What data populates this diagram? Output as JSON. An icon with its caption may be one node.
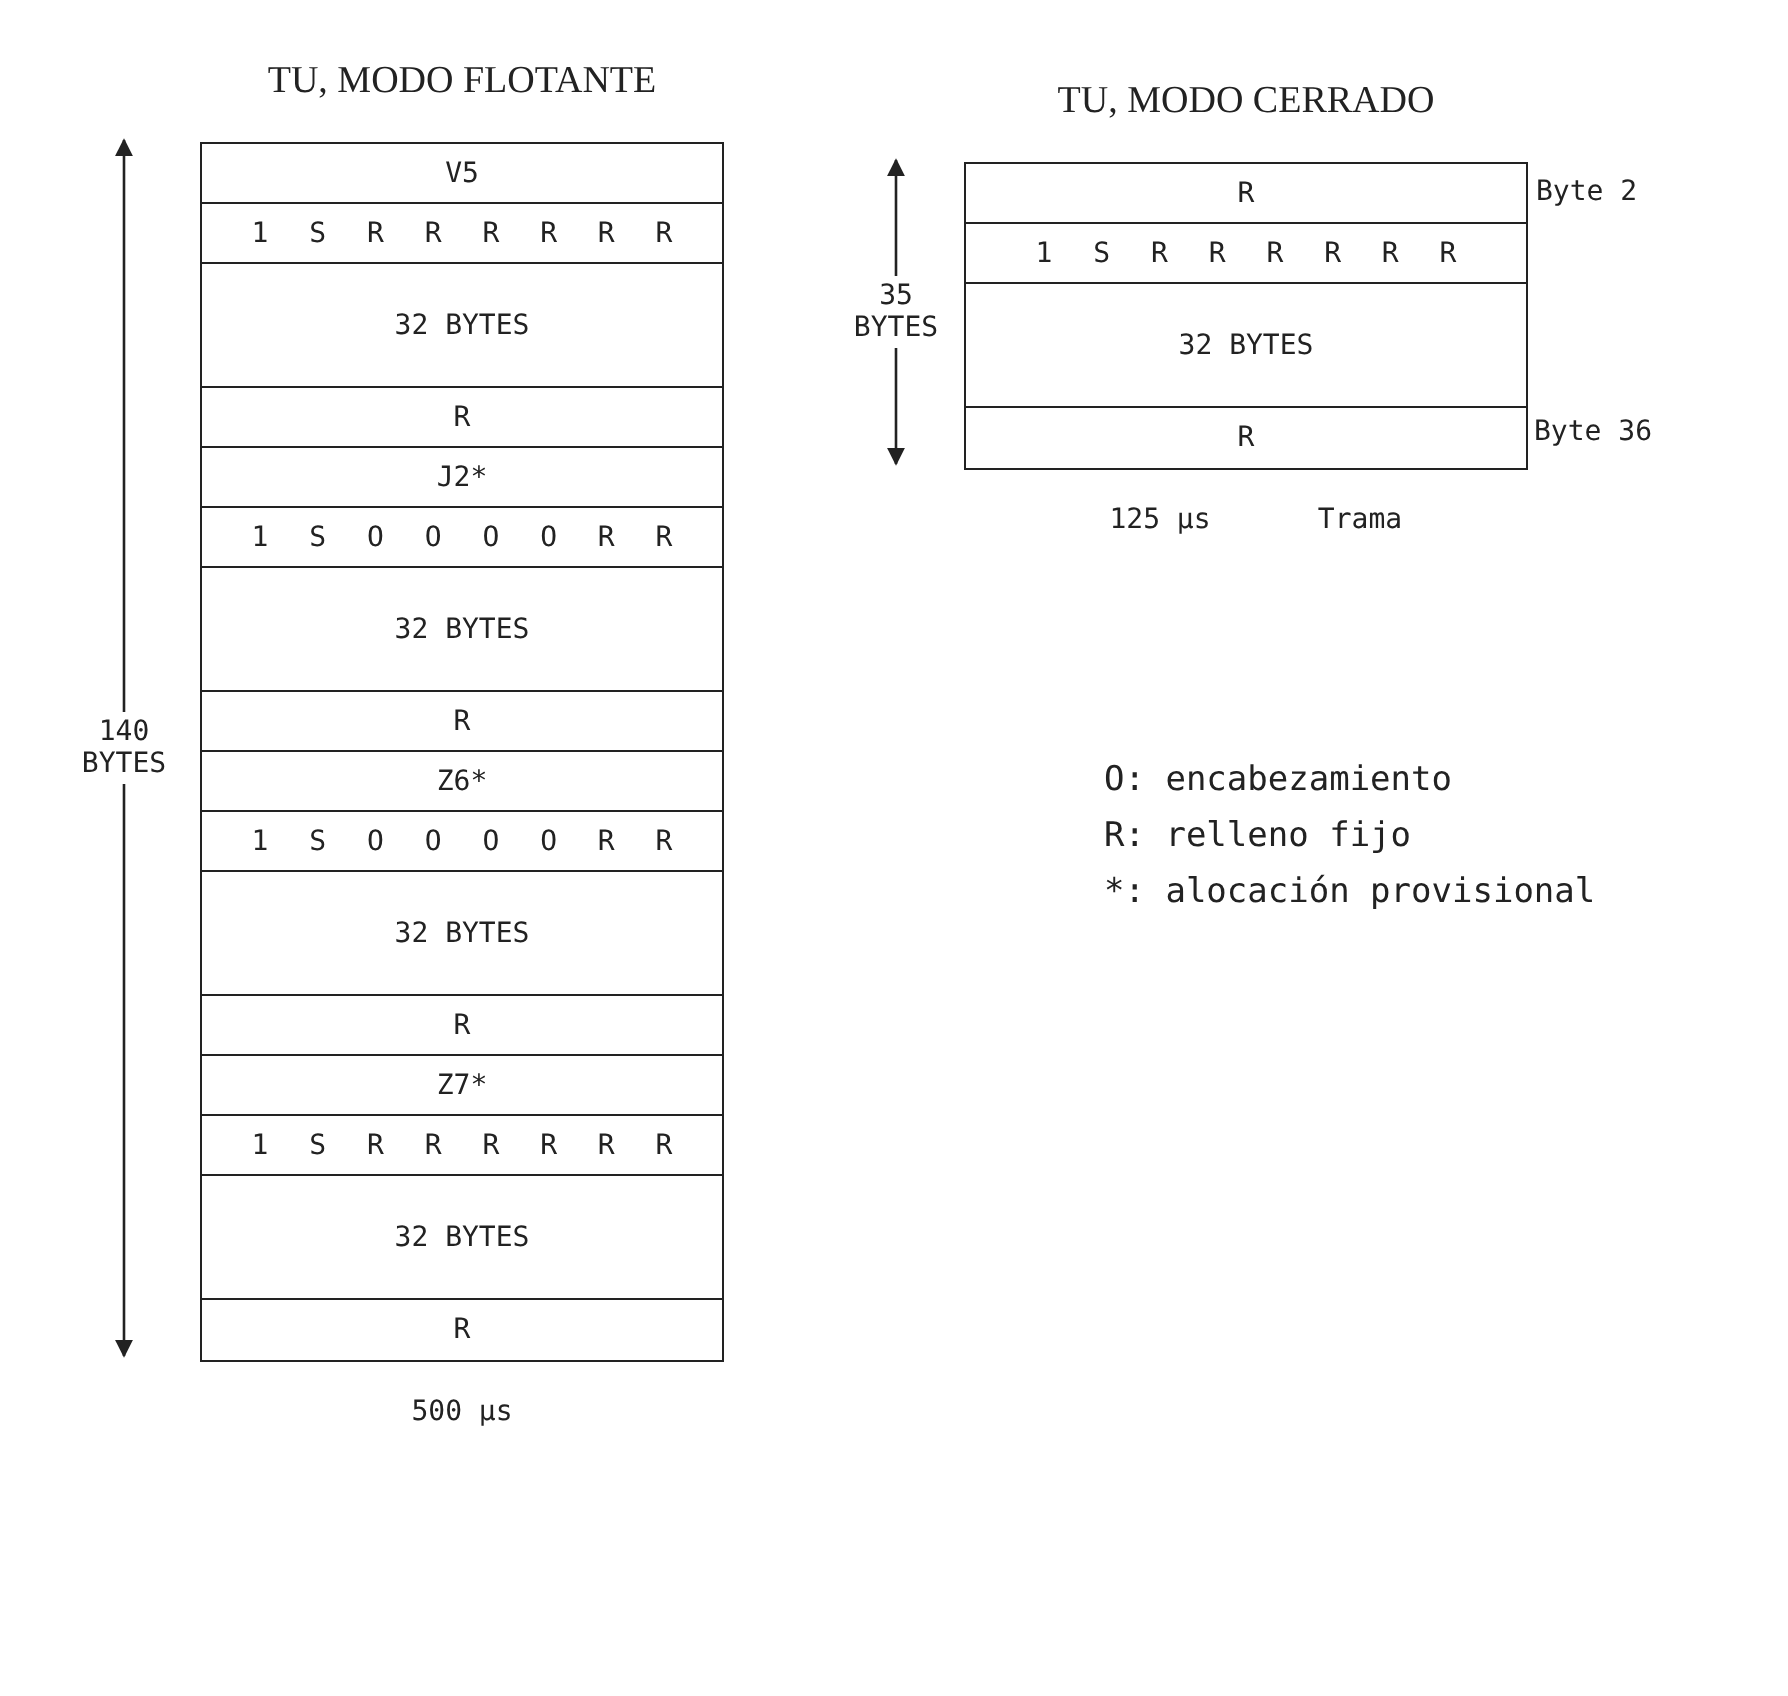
{
  "diagram": {
    "nodes": [
      {
        "text": [
          "TU, MODO FLOTANTE"
        ]
      },
      {
        "text": [
          "V5"
        ],
        "in": 0
      },
      {
        "text": [
          "1 S R R R R R R"
        ],
        "in": 0
      },
      {
        "text": [
          "32 BYTES"
        ],
        "in": 0
      },
      {
        "text": [
          "R"
        ],
        "in": 0
      },
      {
        "text": [
          "J2*"
        ],
        "in": 0
      },
      {
        "text": [
          "1 S O O O O R R"
        ],
        "in": 0
      },
      {
        "text": [
          "32 BYTES"
        ],
        "in": 0
      },
      {
        "text": [
          "R"
        ],
        "in": 0
      },
      {
        "text": [
          "Z6*"
        ],
        "in": 0
      },
      {
        "text": [
          "1 S O O O O R R"
        ],
        "in": 0
      },
      {
        "text": [
          "32 BYTES"
        ],
        "in": 0
      },
      {
        "text": [
          "R"
        ],
        "in": 0
      },
      {
        "text": [
          "Z7*"
        ],
        "in": 0
      },
      {
        "text": [
          "1 S R R R R R R"
        ],
        "in": 0
      },
      {
        "text": [
          "32 BYTES"
        ],
        "in": 0
      },
      {
        "text": [
          "R"
        ],
        "in": 0
      },
      {
        "text": [
          "TU, MODO CERRADO"
        ]
      },
      {
        "text": [
          "R"
        ],
        "in": 17,
        "beside": [
          "Byte 2"
        ]
      },
      {
        "text": [
          "1 S R R R R R R"
        ],
        "in": 17
      },
      {
        "text": [
          "32 BYTES"
        ],
        "in": 17
      },
      {
        "text": [
          "R"
        ],
        "in": 17
      }
    ],
    "edges": [],
    "labels": [
      "Byte 36",
      "140 BYTES",
      "500 µs",
      "35 BYTES",
      "125 µs",
      "Trama",
      "O: encabezamiento",
      "R: relleno fijo",
      "*: alocación provisional"
    ]
  }
}
